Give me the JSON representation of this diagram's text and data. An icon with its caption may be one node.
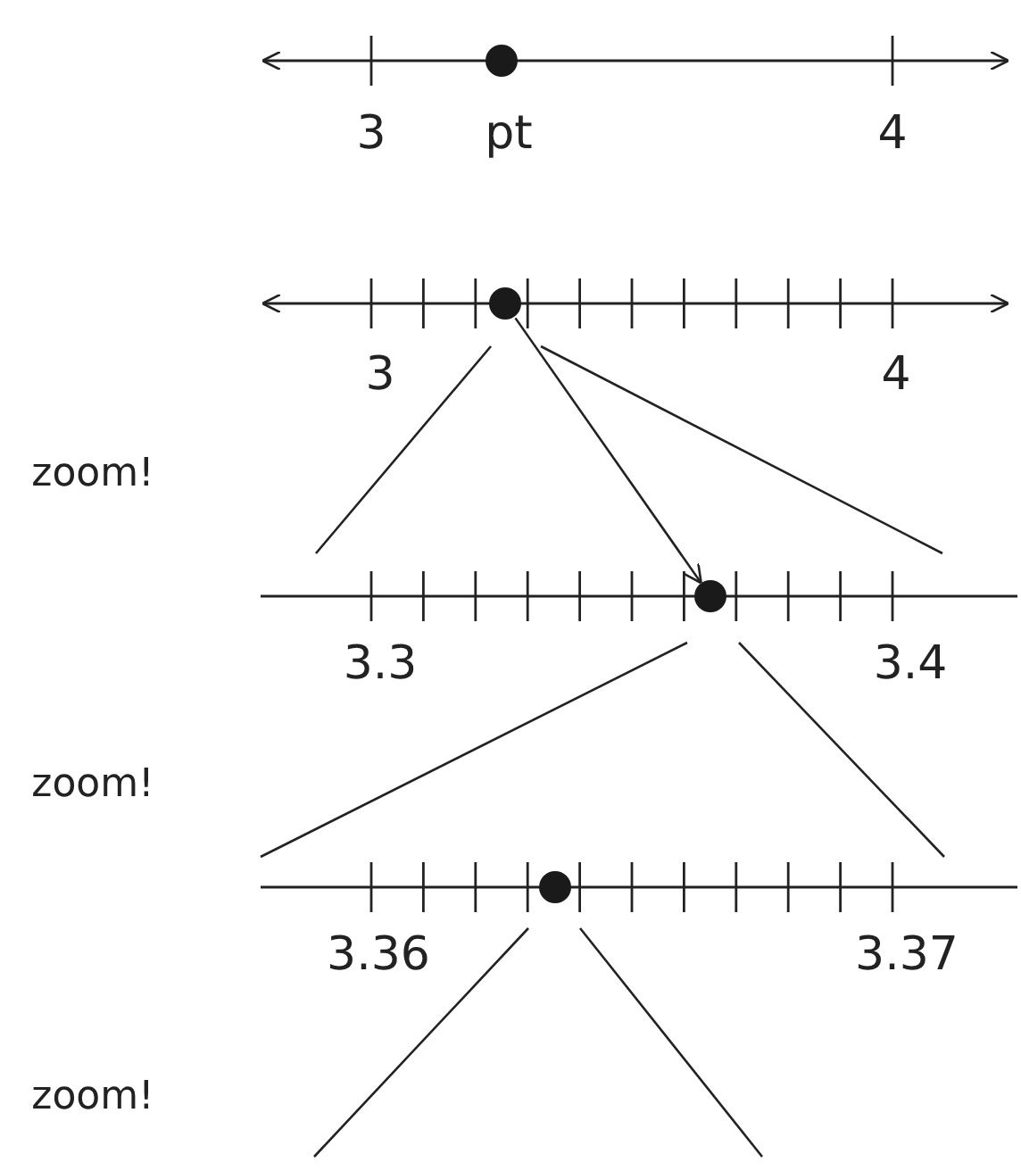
{
  "diagram": {
    "nodes": [
      {
        "text": [],
        "shape": "circle"
      },
      {
        "text": [],
        "shape": "circle"
      },
      {
        "text": [],
        "shape": "circle"
      },
      {
        "text": [],
        "shape": "circle"
      }
    ],
    "edges": [
      {
        "from": 1,
        "to": 2,
        "arrow": "to"
      }
    ],
    "labels": [
      "3",
      "pt",
      "4",
      "3",
      "4",
      "zoom!",
      "3.3",
      "3.4",
      "zoom!",
      "3.36",
      "3.37",
      "zoom!"
    ]
  }
}
